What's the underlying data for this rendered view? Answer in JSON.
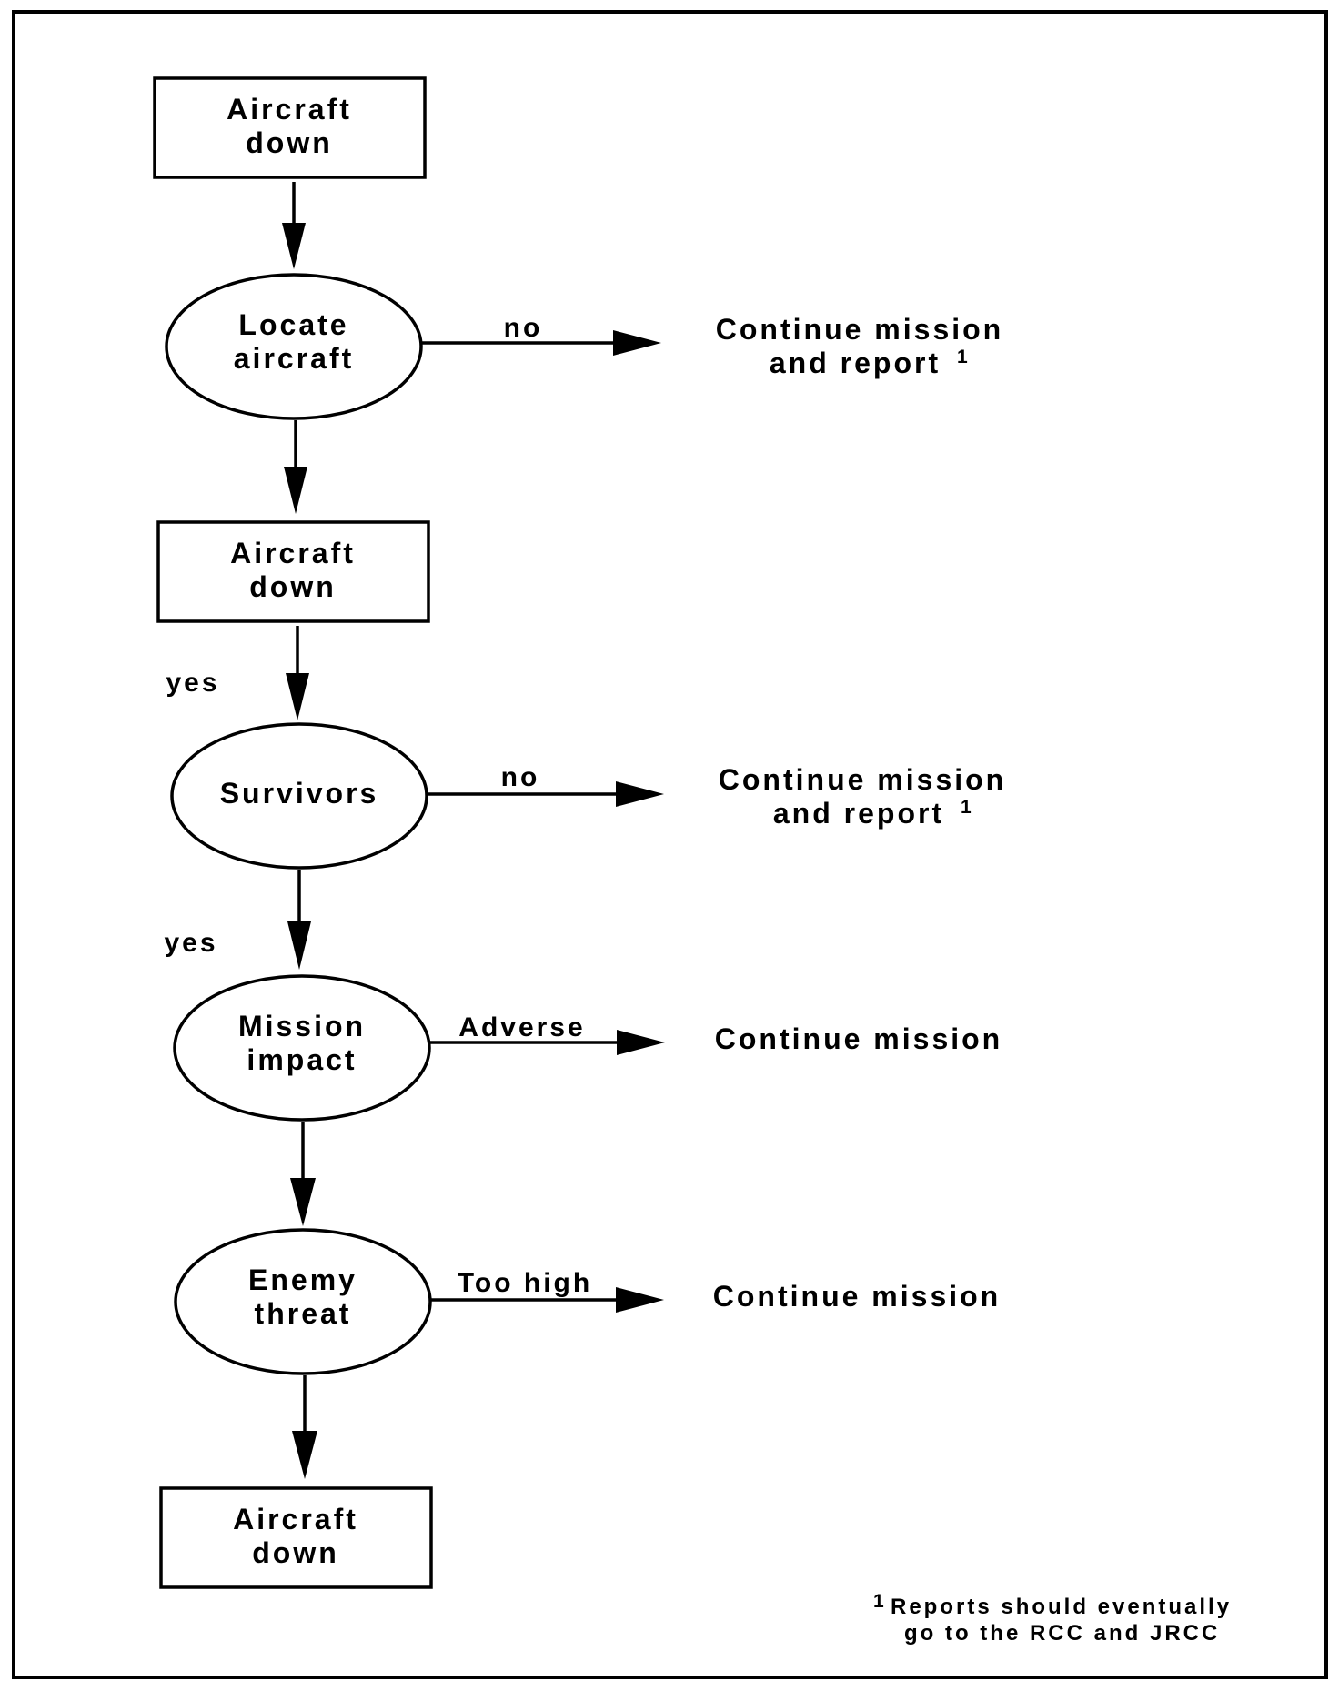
{
  "nodes": {
    "aircraft_down_1": {
      "line1": "Aircraft",
      "line2": "down"
    },
    "locate_aircraft": {
      "line1": "Locate",
      "line2": "aircraft"
    },
    "aircraft_down_2": {
      "line1": "Aircraft",
      "line2": "down"
    },
    "survivors": {
      "line1": "Survivors"
    },
    "mission_impact": {
      "line1": "Mission",
      "line2": "impact"
    },
    "enemy_threat": {
      "line1": "Enemy",
      "line2": "threat"
    },
    "aircraft_down_3": {
      "line1": "Aircraft",
      "line2": "down"
    }
  },
  "edges": {
    "locate_no": "no",
    "survivors_yes_above": "yes",
    "survivors_no": "no",
    "mission_yes": "yes",
    "mission_adverse": "Adverse",
    "threat_too_high": "Too high"
  },
  "outcomes": {
    "continue_report_1": {
      "line1": "Continue mission",
      "line2": "and report",
      "sup": "1"
    },
    "continue_report_2": {
      "line1": "Continue mission",
      "line2": "and report",
      "sup": "1"
    },
    "continue_mission_1": "Continue mission",
    "continue_mission_2": "Continue mission"
  },
  "footnote": {
    "marker": "1",
    "line1": "Reports should eventually",
    "line2": "go to the RCC and JRCC"
  }
}
